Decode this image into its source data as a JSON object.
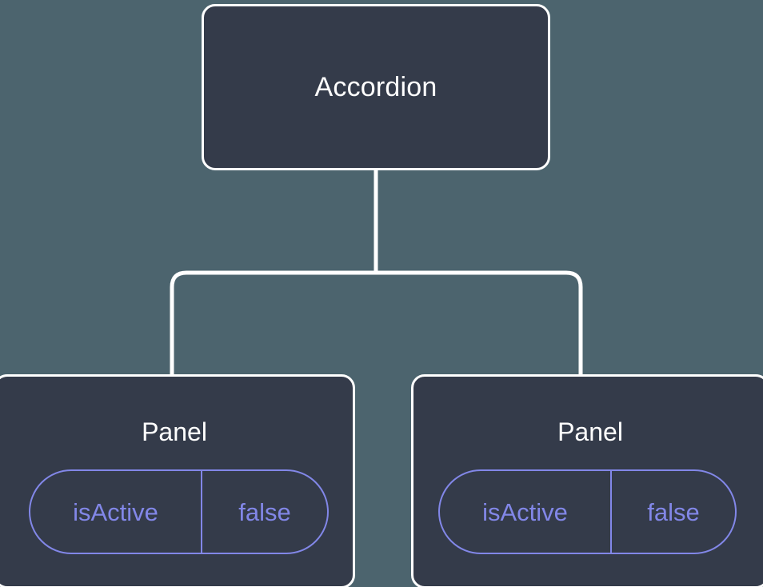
{
  "canvas": {
    "background_color": "#4c646e",
    "node_fill_color": "#343b4a",
    "node_border_color": "#ffffff",
    "edge_color": "#ffffff",
    "badge_color": "#8287e8",
    "title_color": "#ffffff"
  },
  "tree": {
    "root": {
      "label": "Accordion"
    },
    "children": [
      {
        "label": "Panel",
        "state": {
          "key": "isActive",
          "value": "false"
        }
      },
      {
        "label": "Panel",
        "state": {
          "key": "isActive",
          "value": "false"
        }
      }
    ]
  }
}
